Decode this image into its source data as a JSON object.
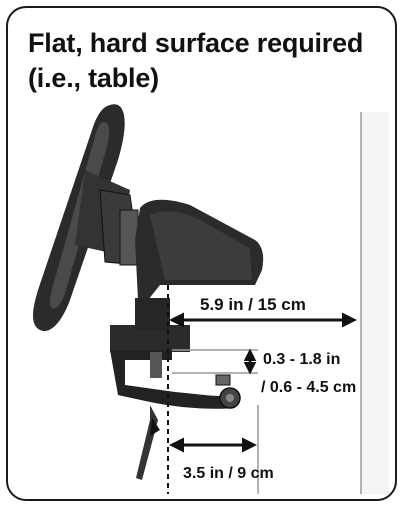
{
  "title": {
    "line1": "Flat, hard surface required",
    "line2": "(i.e., table)"
  },
  "dimensions": {
    "horizontal_clearance": "5.9 in / 15 cm",
    "height_range_line1": "0.3 - 1.8 in",
    "height_range_line2": "/ 0.6 - 4.5 cm",
    "base_depth": "3.5 in / 9 cm"
  },
  "colors": {
    "outline": "#1a1a1a",
    "device_body": "#2b2b2b",
    "device_highlight": "#4a4a4a",
    "surface_line": "#999999"
  }
}
